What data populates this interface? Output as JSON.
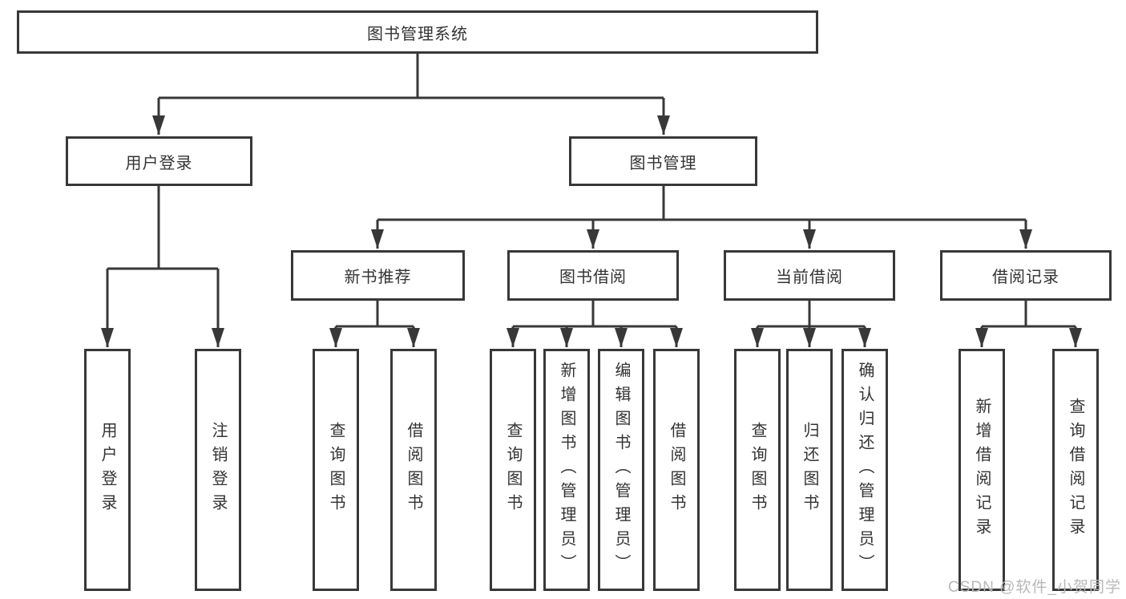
{
  "tree": {
    "label": "图书管理系统",
    "children": [
      {
        "label": "用户登录",
        "children": [
          {
            "label": "用户登录"
          },
          {
            "label": "注销登录"
          }
        ]
      },
      {
        "label": "图书管理",
        "children": [
          {
            "label": "新书推荐",
            "children": [
              {
                "label": "查询图书"
              },
              {
                "label": "借阅图书"
              }
            ]
          },
          {
            "label": "图书借阅",
            "children": [
              {
                "label": "查询图书"
              },
              {
                "label": "新增图书（管理员）"
              },
              {
                "label": "编辑图书（管理员）"
              },
              {
                "label": "借阅图书"
              }
            ]
          },
          {
            "label": "当前借阅",
            "children": [
              {
                "label": "查询图书"
              },
              {
                "label": "归还图书"
              },
              {
                "label": "确认归还（管理员）"
              }
            ]
          },
          {
            "label": "借阅记录",
            "children": [
              {
                "label": "新增借阅记录"
              },
              {
                "label": "查询借阅记录"
              }
            ]
          }
        ]
      }
    ]
  },
  "watermark": {
    "text": "CSDN @软件_小贺同学"
  },
  "colors": {
    "line": "#383838",
    "border": "#383838",
    "text": "#333333",
    "watermark": "#b8b8b8",
    "background": "#ffffff"
  }
}
